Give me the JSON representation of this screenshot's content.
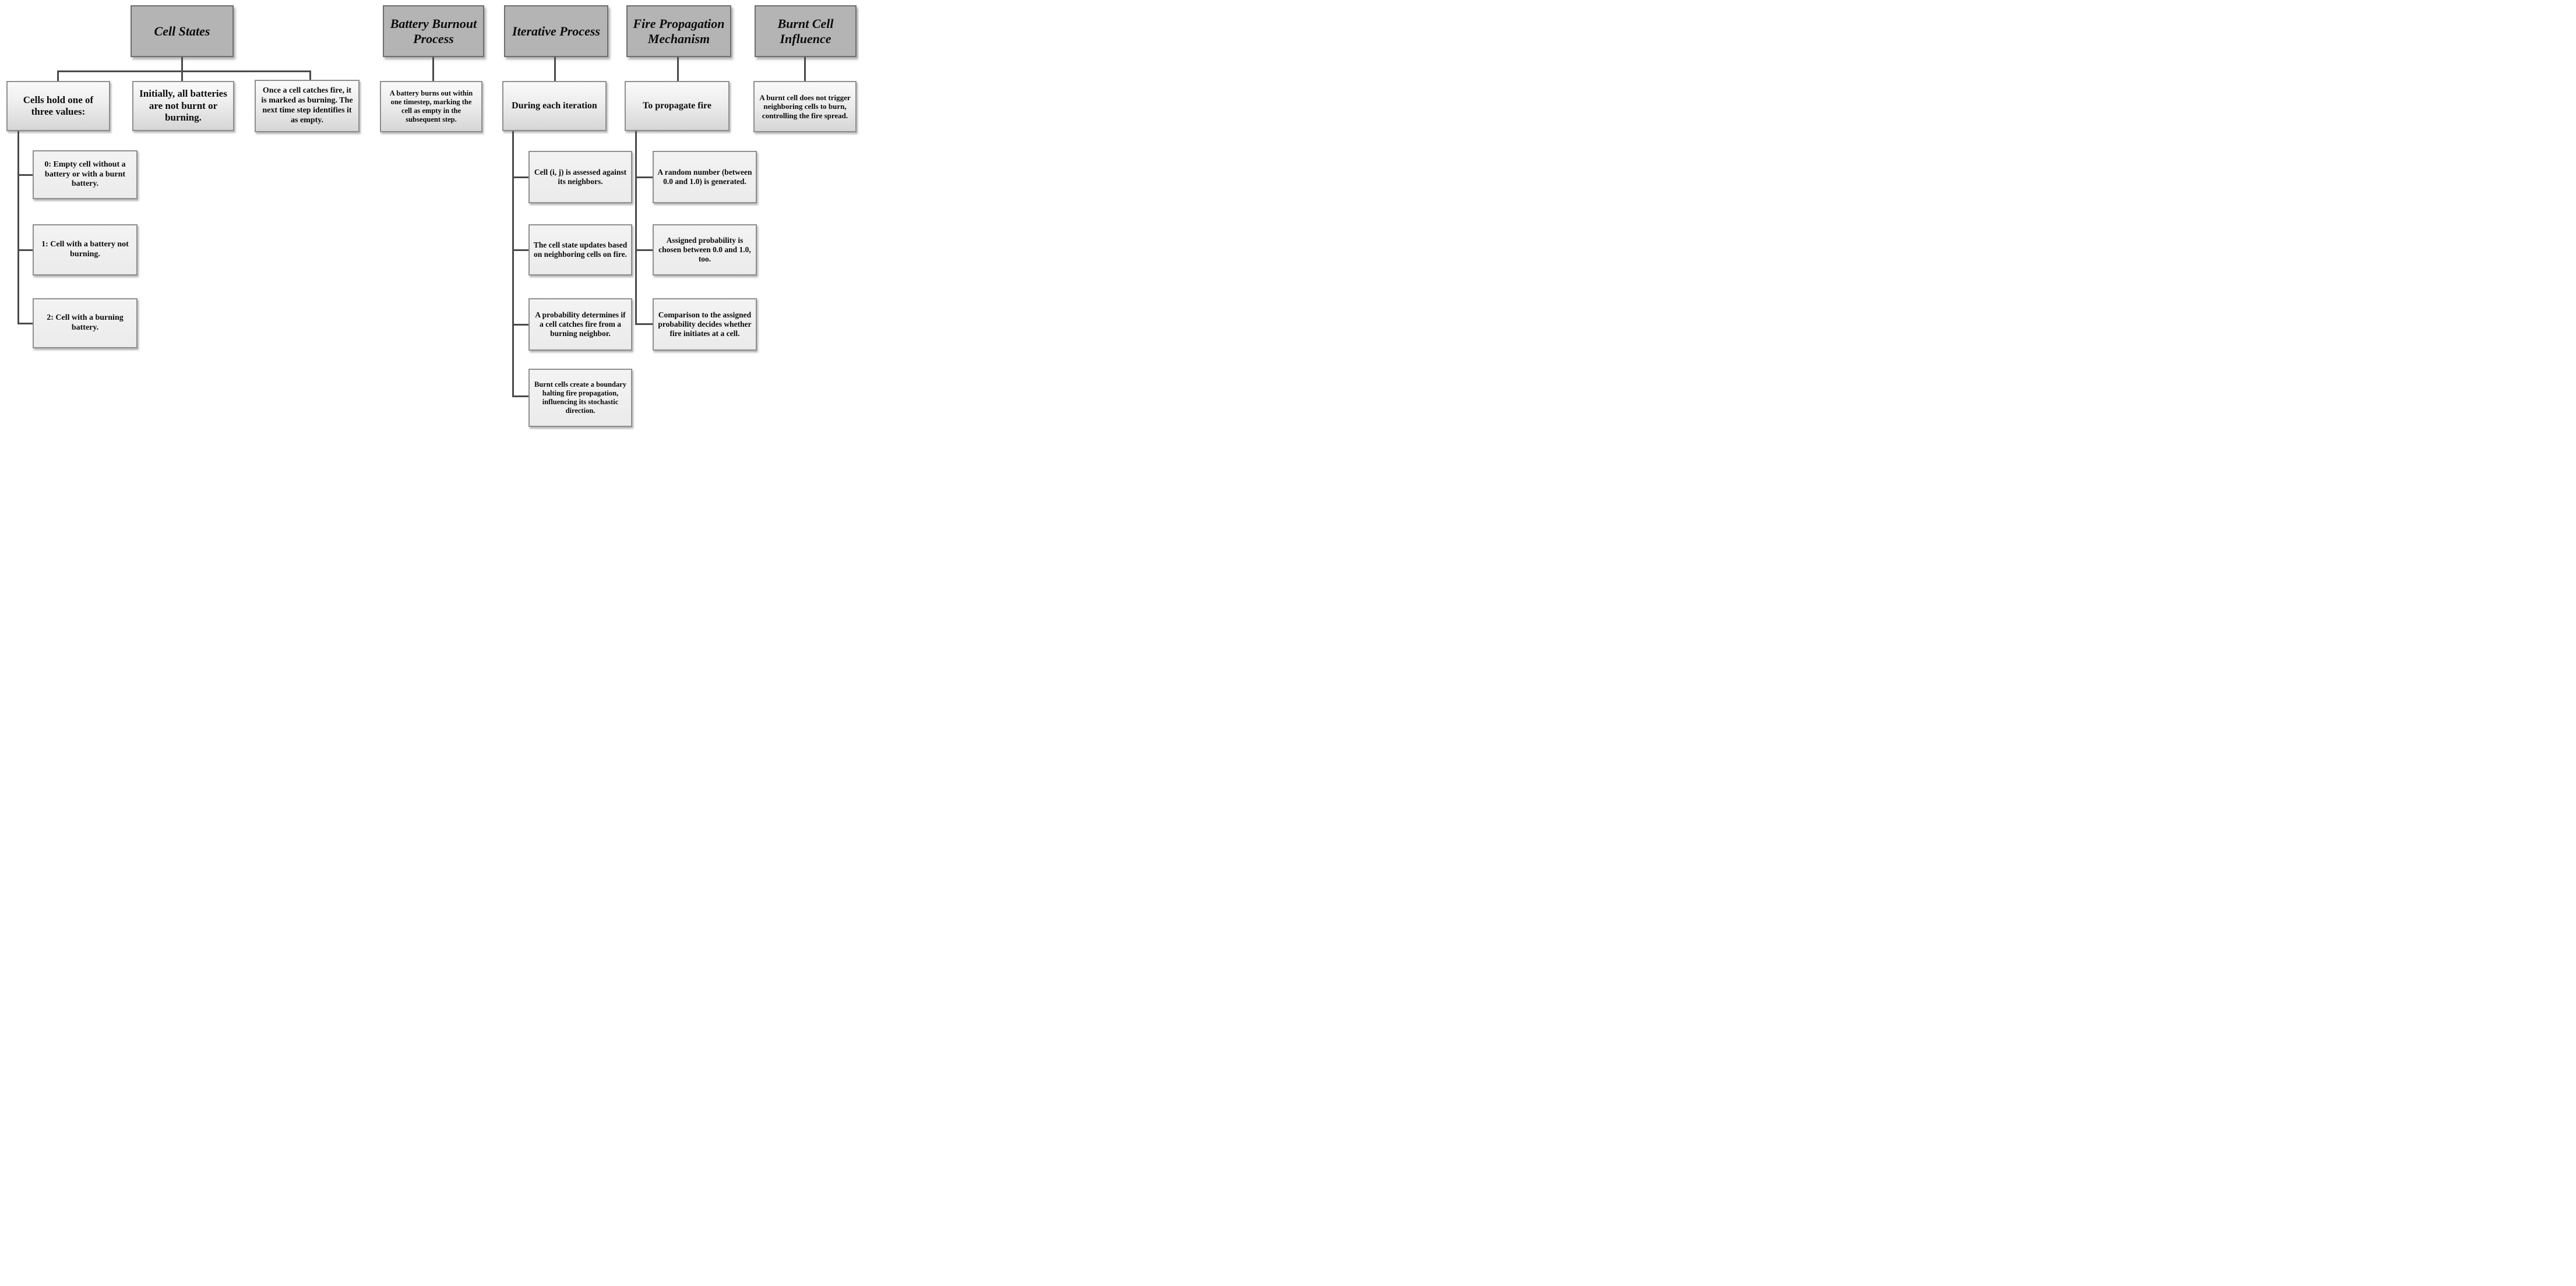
{
  "colors": {
    "header_fill": "#b4b4b4",
    "node_fill": "#ededed",
    "connector": "#4a4a4a",
    "text": "#0b0b0b"
  },
  "columns": [
    {
      "header": "Cell States",
      "children": [
        {
          "label": "Cells hold one of three values:",
          "children": [
            {
              "label": "0: Empty cell without a battery or with a burnt battery."
            },
            {
              "label": "1: Cell with a battery not burning."
            },
            {
              "label": "2: Cell with a burning battery."
            }
          ]
        },
        {
          "label": "Initially, all batteries are not burnt or burning."
        },
        {
          "label": "Once a cell catches fire, it is marked as burning. The next time step identifies it as empty."
        }
      ]
    },
    {
      "header": "Battery Burnout Process",
      "children": [
        {
          "label": "A battery burns out within one timestep, marking the cell as empty in the subsequent step."
        }
      ]
    },
    {
      "header": "Iterative Process",
      "children": [
        {
          "label": "During each iteration",
          "children": [
            {
              "label": "Cell (i, j) is assessed against its neighbors."
            },
            {
              "label": "The cell state updates based on neighboring cells on fire."
            },
            {
              "label": "A probability determines if a cell catches fire from a burning neighbor."
            },
            {
              "label": "Burnt cells create a boundary halting fire propagation, influencing its stochastic direction."
            }
          ]
        }
      ]
    },
    {
      "header": "Fire Propagation Mechanism",
      "children": [
        {
          "label": "To propagate fire",
          "children": [
            {
              "label": "A random number (between 0.0 and 1.0) is generated."
            },
            {
              "label": "Assigned probability is chosen between 0.0 and 1.0, too."
            },
            {
              "label": "Comparison to the assigned probability decides whether fire initiates at a cell."
            }
          ]
        }
      ]
    },
    {
      "header": "Burnt Cell Influence",
      "children": [
        {
          "label": "A burnt cell does not trigger neighboring cells to burn, controlling the fire spread."
        }
      ]
    }
  ]
}
